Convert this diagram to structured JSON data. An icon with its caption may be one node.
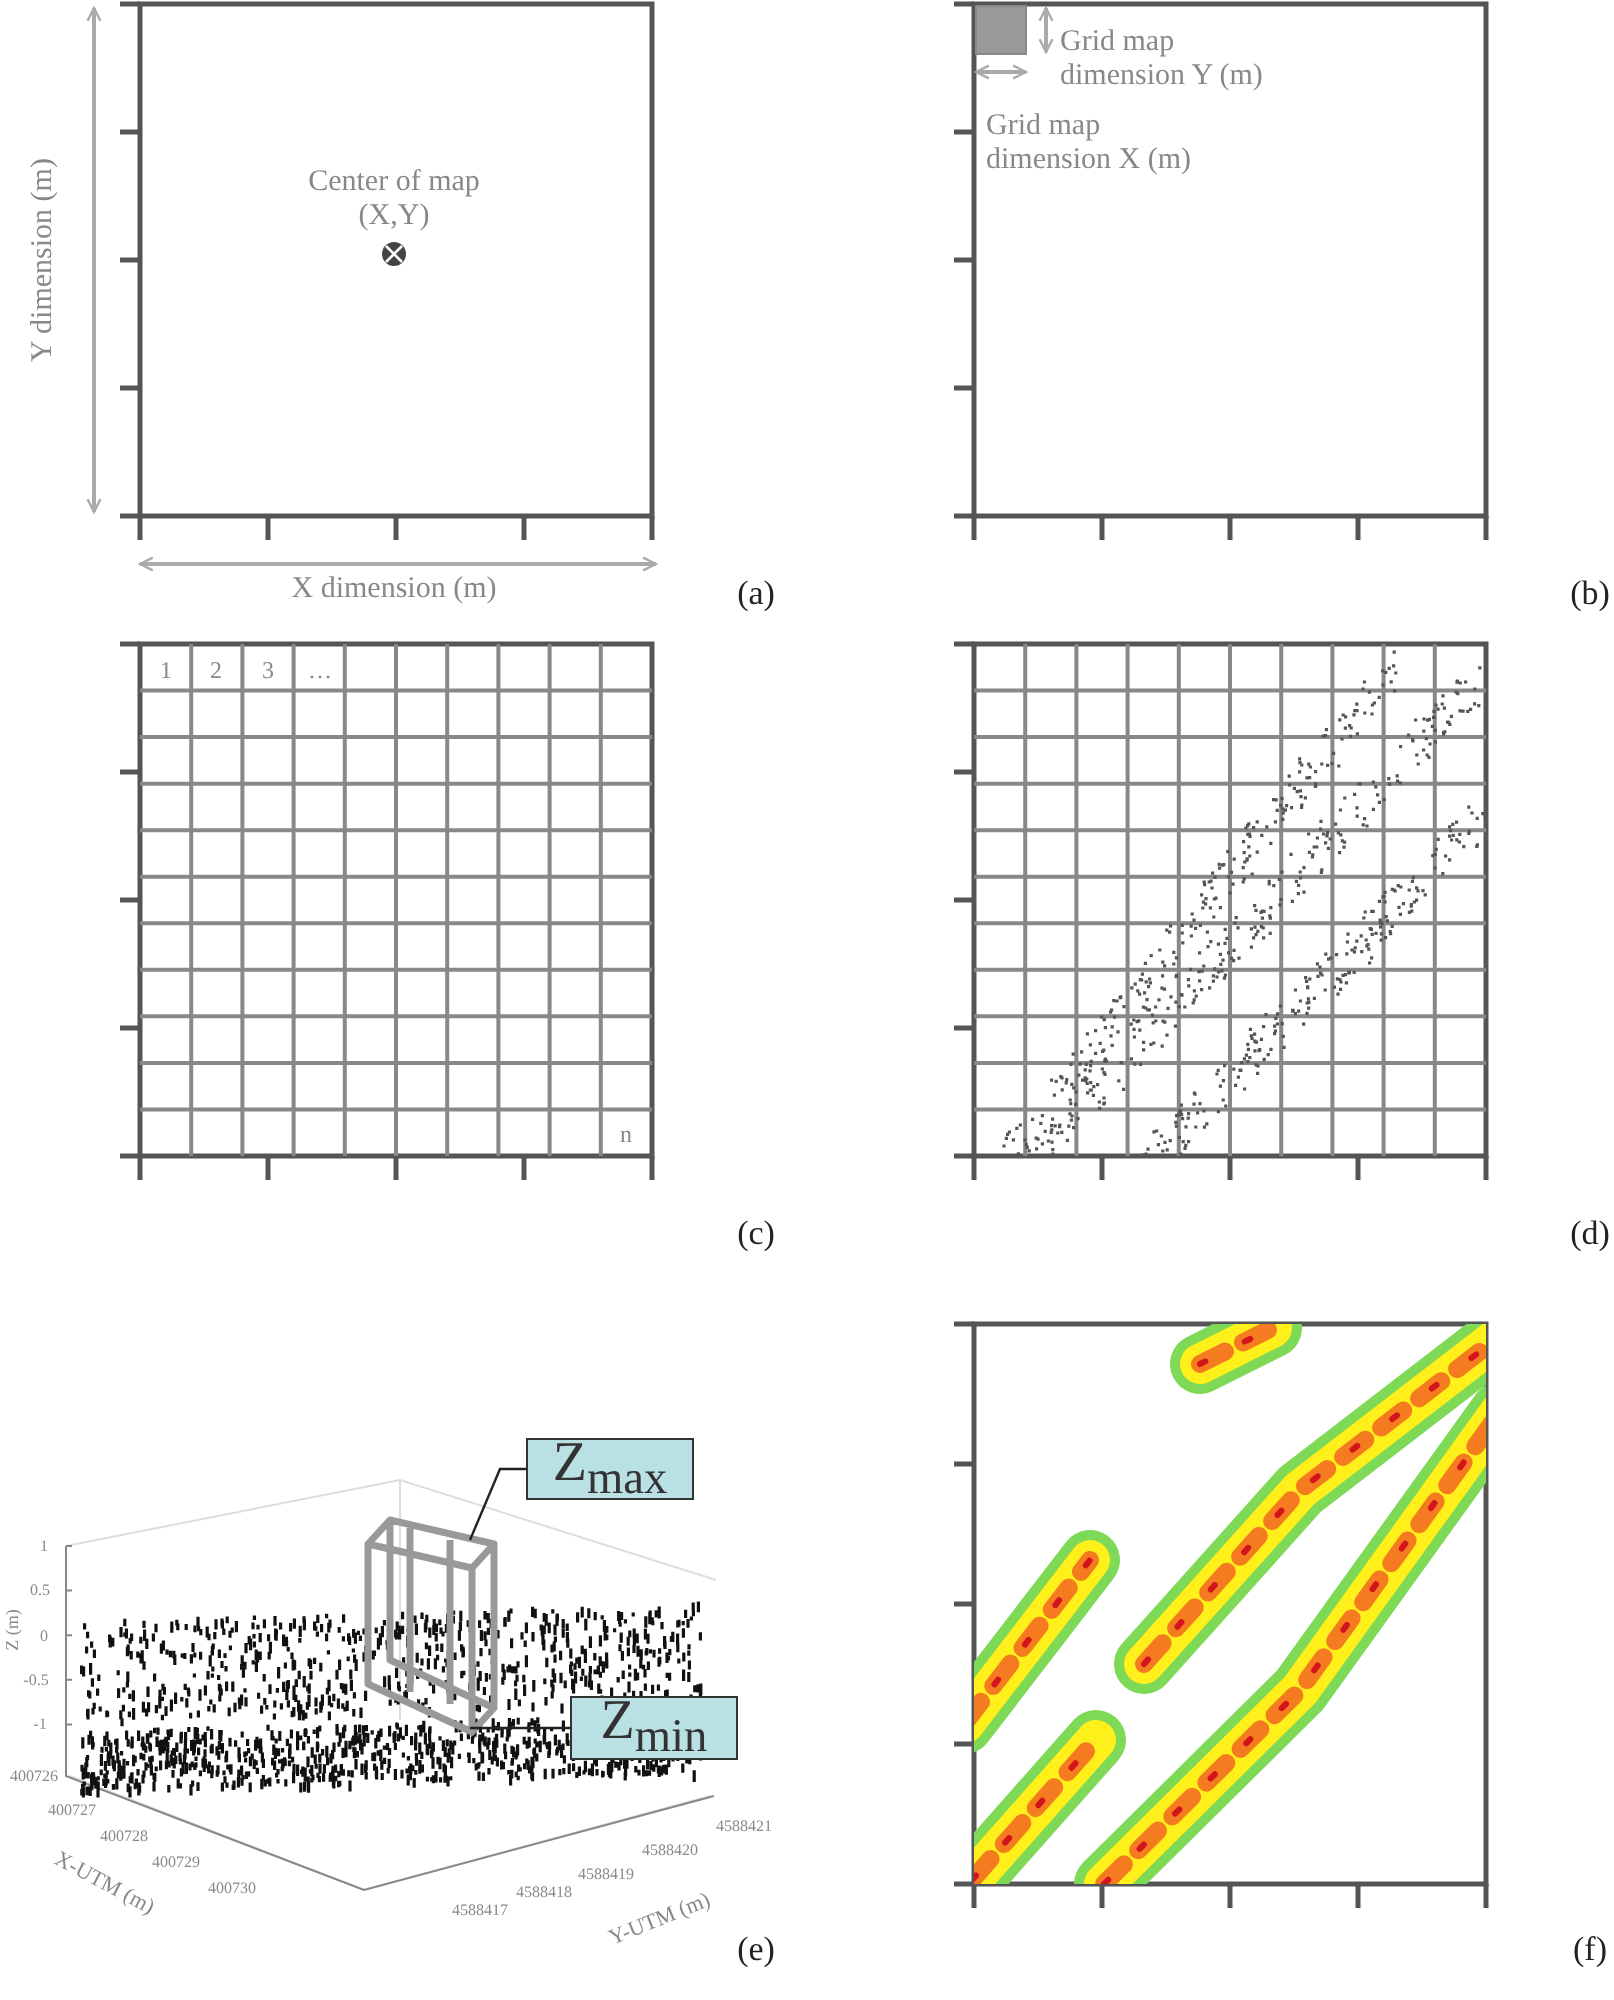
{
  "diagram": {
    "nodes": [
      {
        "text": [
          "Z$_{max}$"
        ]
      },
      {
        "text": [
          "Z$_{min}$"
        ]
      },
      {
        "text": [],
        "shape": "box"
      }
    ],
    "edges": [
      {
        "from": 0,
        "to": 2,
        "arrow": "none"
      },
      {
        "from": 1,
        "to": 2,
        "arrow": "none"
      }
    ],
    "labels": [
      "Y dimension  (m)",
      "Center of map (X,Y)",
      "X dimension  (m)",
      "(a)",
      "Grid map dimension Y (m)",
      "Grid map dimension X (m)",
      "(b)",
      "1",
      "2",
      "3",
      "…",
      "n",
      "(c)",
      "(d)",
      "1",
      "0.5",
      "0",
      "-0.5",
      "-1",
      "Z (m)",
      "400726",
      "400727",
      "400728",
      "400729",
      "400730",
      "X-UTM (m)",
      "4588417",
      "4588418",
      "4588419",
      "4588420",
      "4588421",
      "Y-UTM (m)",
      "(e)",
      "(f)"
    ]
  }
}
